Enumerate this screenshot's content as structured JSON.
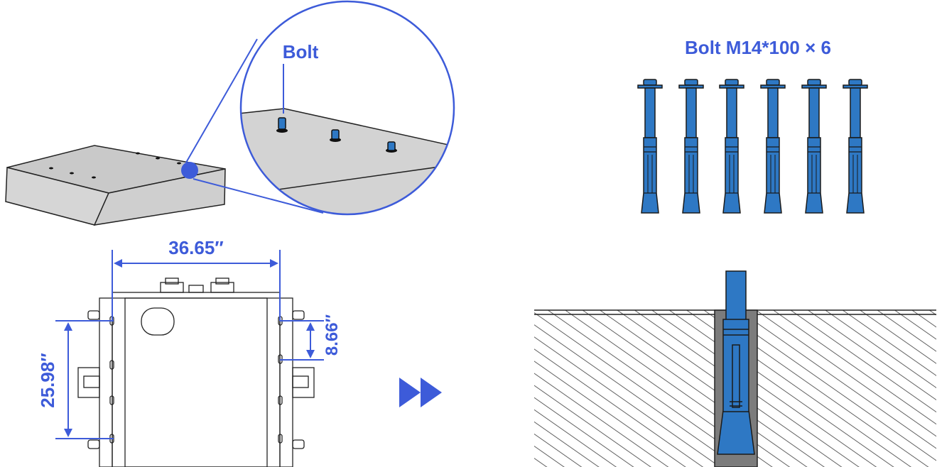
{
  "labels": {
    "callout_bolt": "Bolt",
    "kit_title": "Bolt M14*100 × 6",
    "dim_width": "36.65″",
    "dim_depth": "25.98″",
    "dim_spacing": "8.66″"
  },
  "kit": {
    "bolt_count": 6
  },
  "colors": {
    "accent": "#3D5BD9",
    "bolt_blue": "#2E78C4",
    "bolt_outline": "#1A1A1A",
    "concrete": "#D6D6D6",
    "concrete_top": "#C9C9C9",
    "hatch_line": "#3A3A3A",
    "drawing_line": "#222222"
  },
  "icons": {
    "next_step": "double-chevron-right-icon"
  }
}
